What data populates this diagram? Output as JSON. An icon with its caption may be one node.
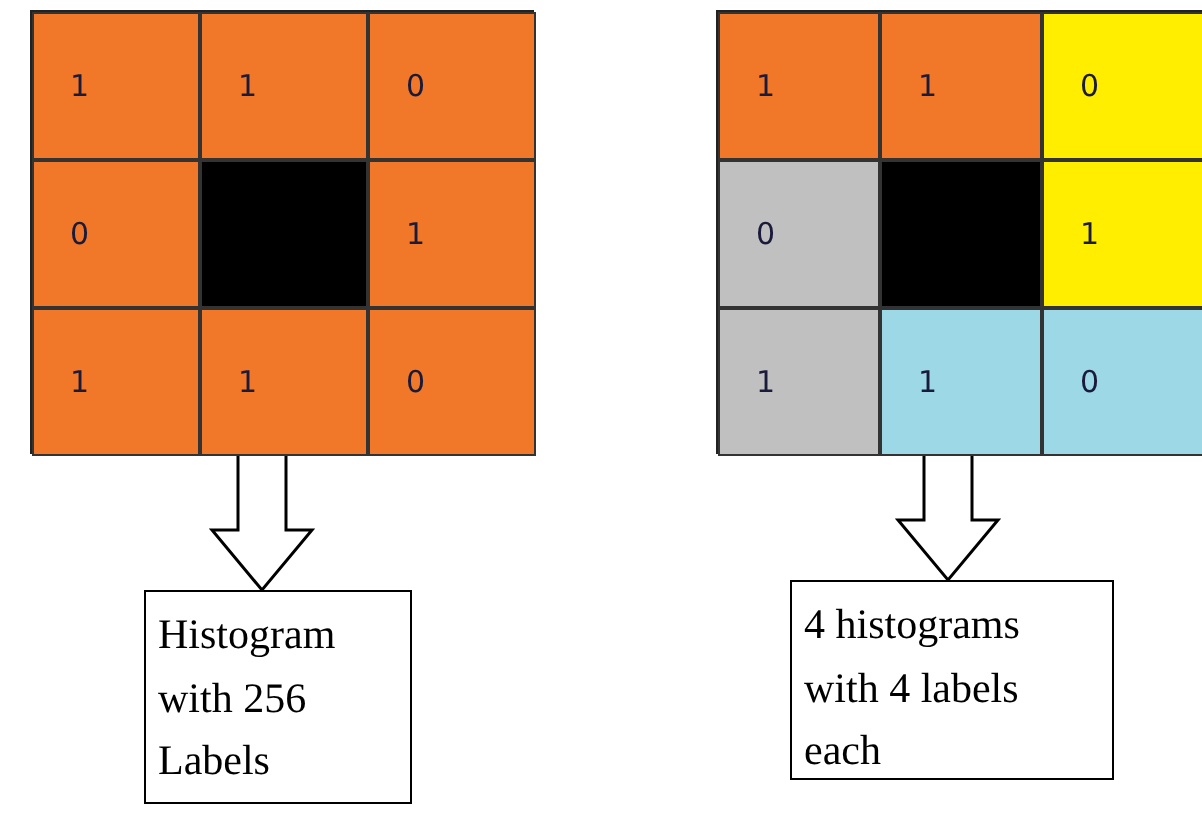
{
  "diagram": {
    "nodes": [
      {
        "text": [],
        "shape": "box"
      },
      {
        "text": [
          "1"
        ],
        "in": 0
      },
      {
        "text": [
          "1"
        ],
        "in": 0
      },
      {
        "text": [
          "0"
        ],
        "in": 0
      },
      {
        "text": [
          "0"
        ],
        "in": 0
      },
      {
        "text": [],
        "shape": "box",
        "in": 0
      },
      {
        "text": [
          "1"
        ],
        "in": 0
      },
      {
        "text": [
          "1"
        ],
        "in": 0
      },
      {
        "text": [
          "1"
        ],
        "in": 0
      },
      {
        "text": [
          "0"
        ],
        "in": 0
      },
      {
        "text": [],
        "shape": "box"
      },
      {
        "text": [
          "1"
        ],
        "in": 10
      },
      {
        "text": [
          "1"
        ],
        "in": 10
      },
      {
        "text": [
          "0"
        ],
        "in": 10
      },
      {
        "text": [
          "0"
        ],
        "in": 10
      },
      {
        "text": [],
        "shape": "box",
        "in": 10
      },
      {
        "text": [
          "1"
        ],
        "in": 10
      },
      {
        "text": [
          "1"
        ],
        "in": 10
      },
      {
        "text": [
          "1"
        ],
        "in": 10
      },
      {
        "text": [
          "0"
        ],
        "in": 10
      },
      {
        "text": [
          "Histogram with 256 Labels"
        ]
      },
      {
        "text": [
          "4 histograms with 4 labels each"
        ]
      }
    ],
    "edges": [
      {
        "from": 0,
        "to": 20,
        "arrow": "to"
      },
      {
        "from": 10,
        "to": 21,
        "arrow": "to"
      }
    ]
  }
}
